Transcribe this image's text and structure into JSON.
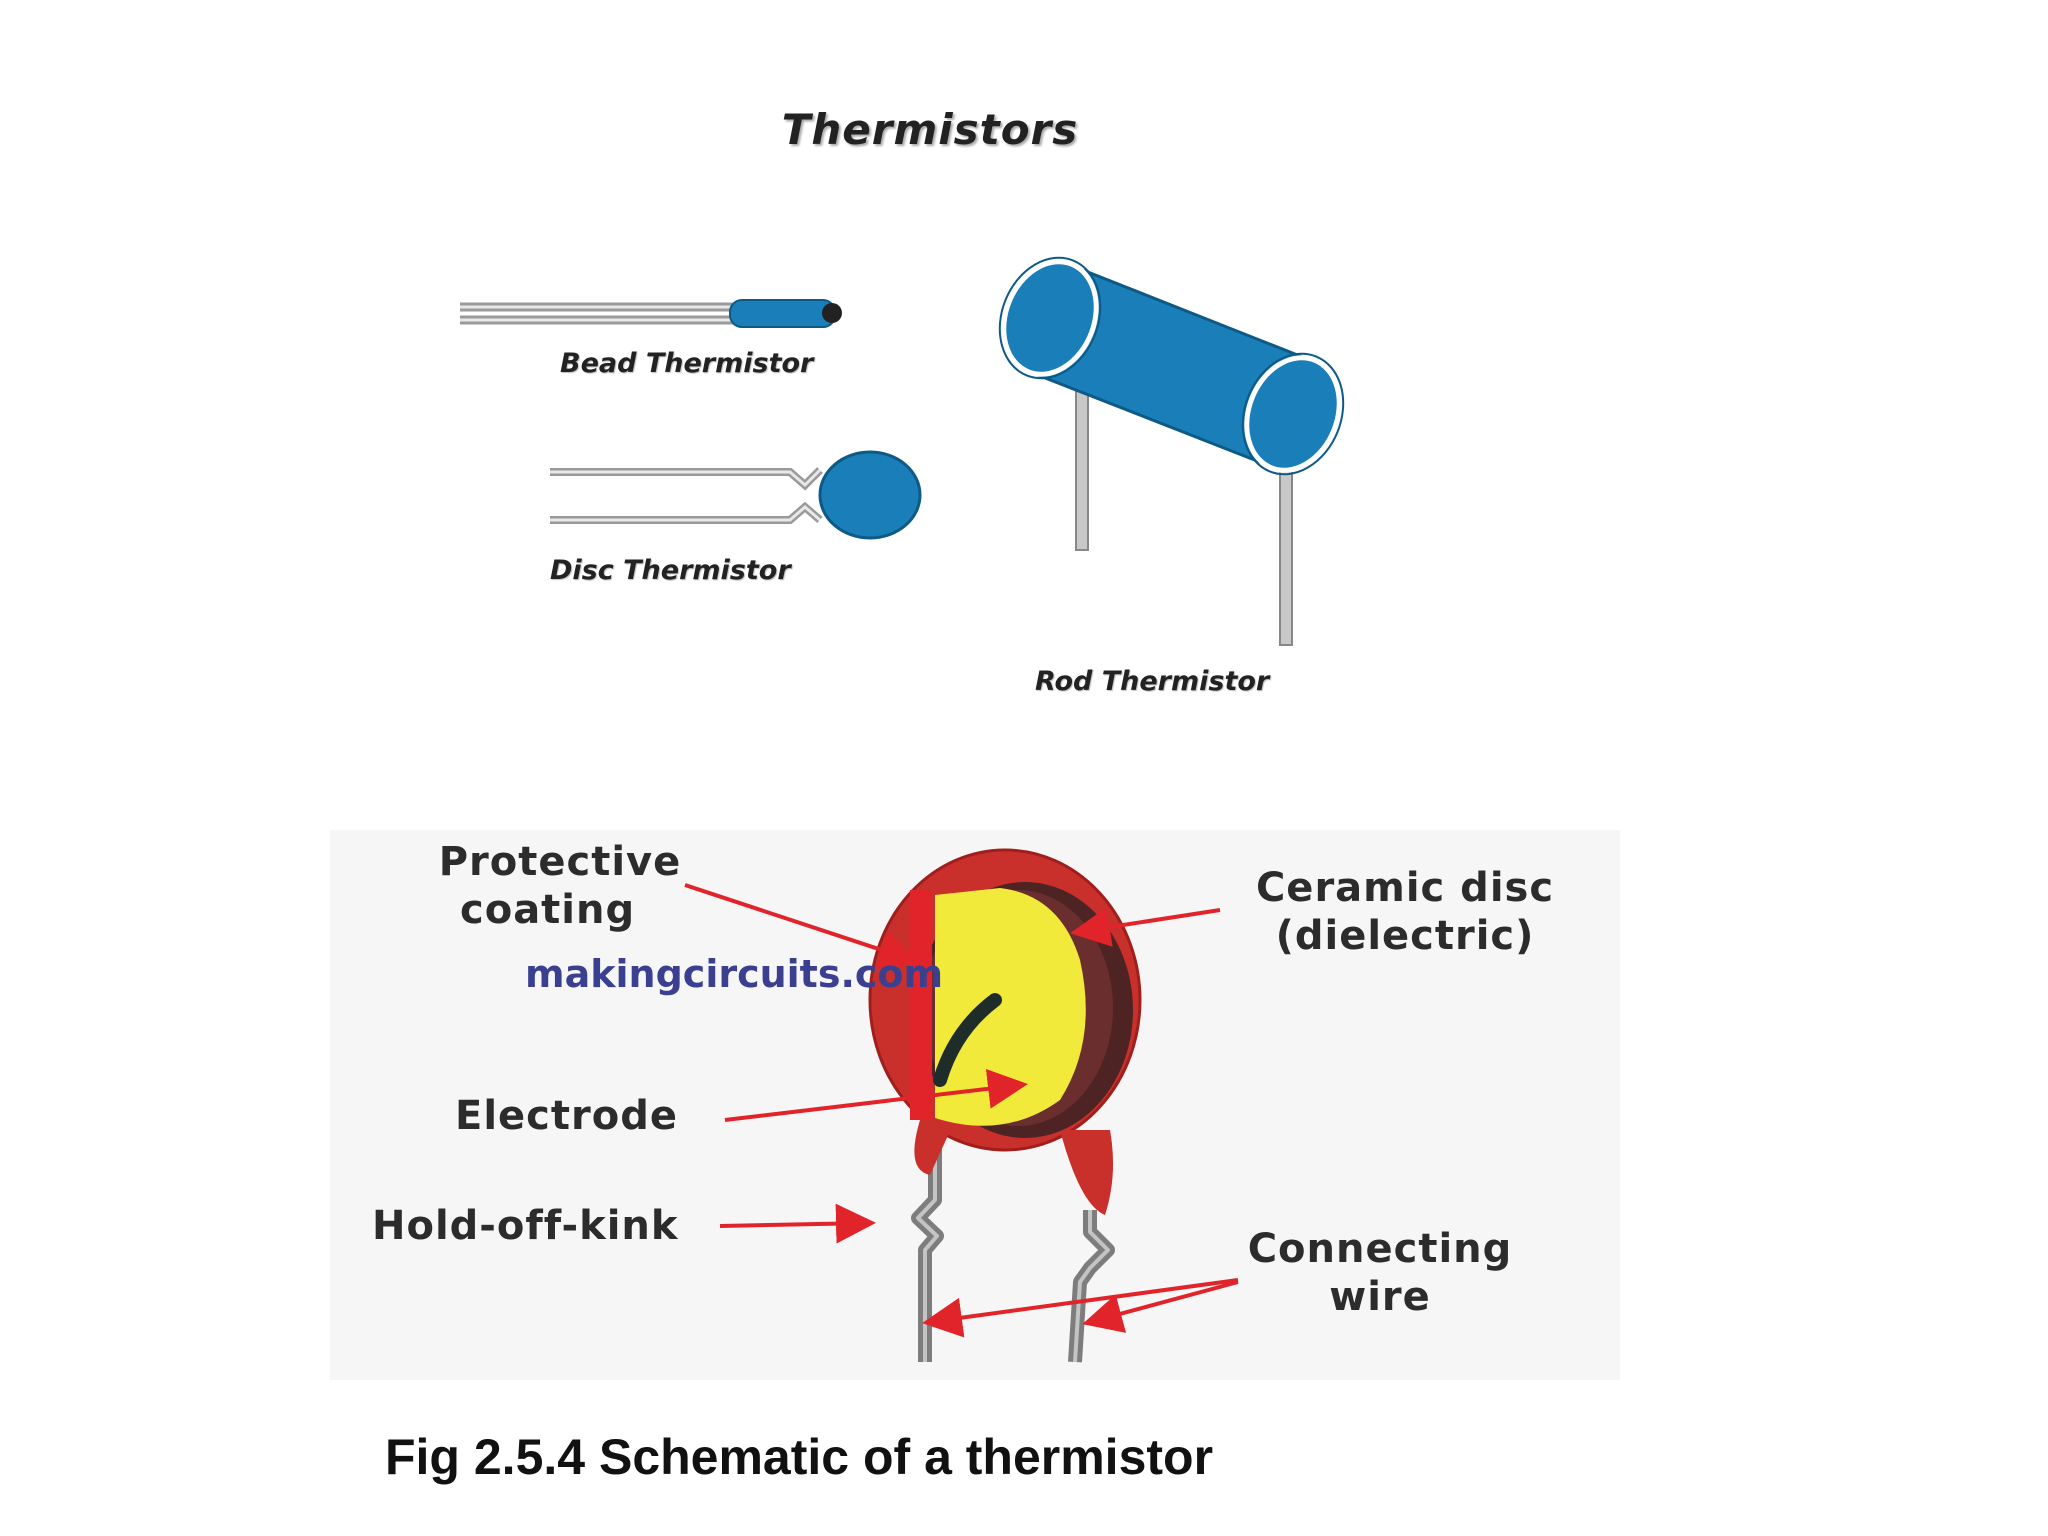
{
  "diagram": {
    "title": "Thermistors",
    "types": {
      "bead": "Bead Thermistor",
      "disc": "Disc Thermistor",
      "rod": "Rod Thermistor"
    },
    "callouts": {
      "protective_line1": "Protective",
      "protective_line2": "coating",
      "ceramic_line1": "Ceramic disc",
      "ceramic_line2": "(dielectric)",
      "electrode": "Electrode",
      "kink": "Hold-off-kink",
      "wire_line1": "Connecting",
      "wire_line2": "wire"
    },
    "watermark": "makingcircuits.com",
    "caption": "Fig 2.5.4 Schematic of a thermistor",
    "colors": {
      "component_blue": "#1a7fb8",
      "coating_red": "#c9302c",
      "ceramic_yellow": "#f2ea3a",
      "arrow_red": "#e0242a",
      "watermark_blue": "#3b3f8f"
    }
  }
}
